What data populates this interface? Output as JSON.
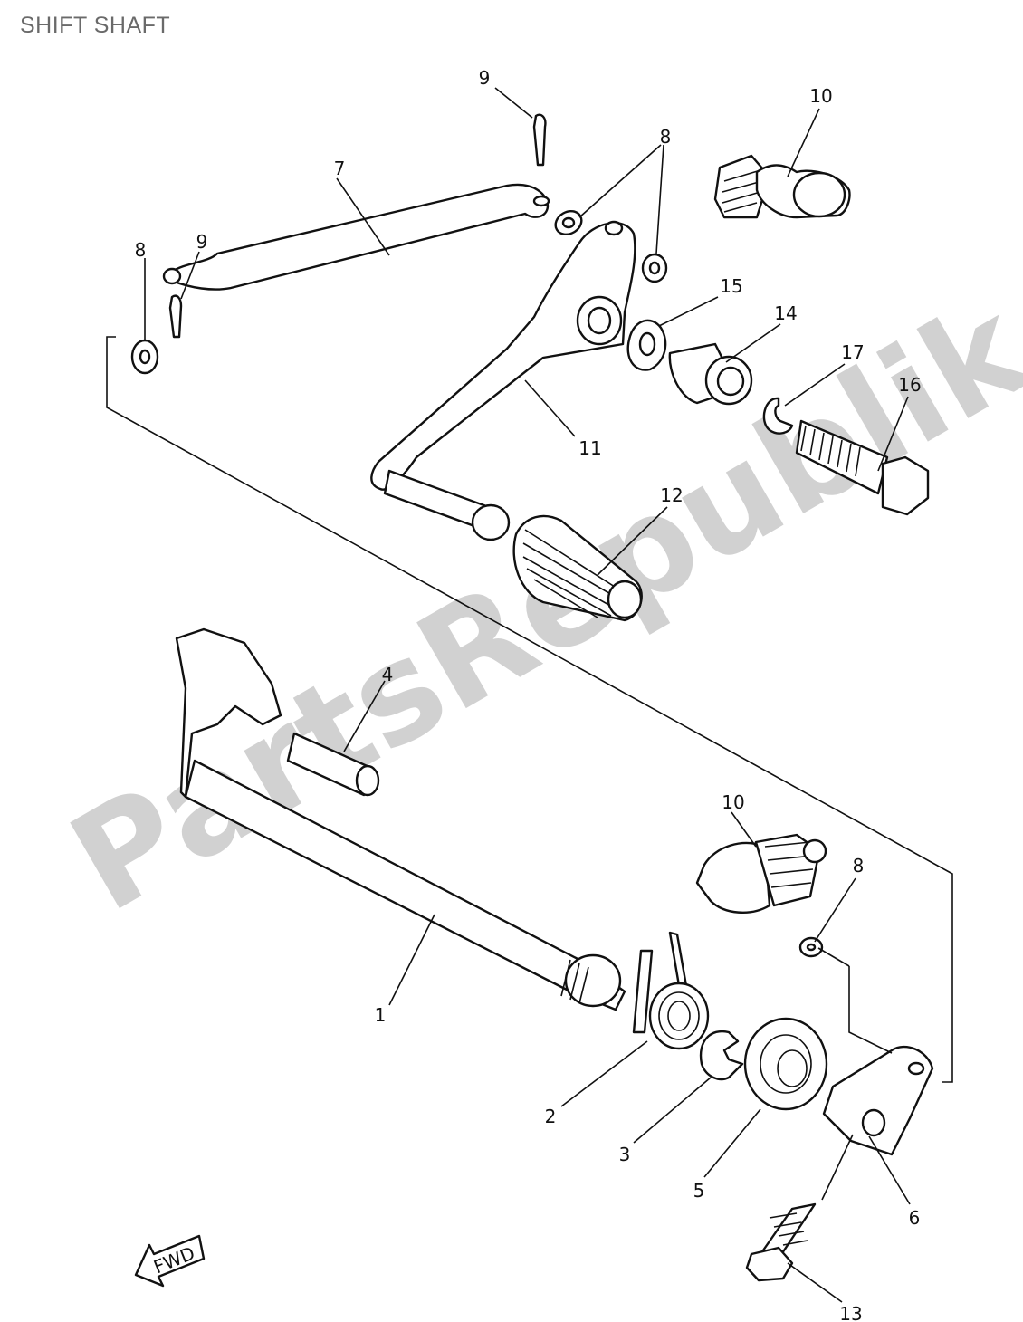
{
  "title": "SHIFT SHAFT",
  "watermark": "PartsRepublik",
  "fwd_label": "FWD",
  "callouts": [
    {
      "id": "c1",
      "label": "1"
    },
    {
      "id": "c2",
      "label": "2"
    },
    {
      "id": "c3",
      "label": "3"
    },
    {
      "id": "c4",
      "label": "4"
    },
    {
      "id": "c5",
      "label": "5"
    },
    {
      "id": "c6",
      "label": "6"
    },
    {
      "id": "c7",
      "label": "7"
    },
    {
      "id": "c8a",
      "label": "8"
    },
    {
      "id": "c8b",
      "label": "8"
    },
    {
      "id": "c8c",
      "label": "8"
    },
    {
      "id": "c9a",
      "label": "9"
    },
    {
      "id": "c9b",
      "label": "9"
    },
    {
      "id": "c10a",
      "label": "10"
    },
    {
      "id": "c10b",
      "label": "10"
    },
    {
      "id": "c11",
      "label": "11"
    },
    {
      "id": "c12",
      "label": "12"
    },
    {
      "id": "c13",
      "label": "13"
    },
    {
      "id": "c14",
      "label": "14"
    },
    {
      "id": "c15",
      "label": "15"
    },
    {
      "id": "c16",
      "label": "16"
    },
    {
      "id": "c17",
      "label": "17"
    }
  ]
}
